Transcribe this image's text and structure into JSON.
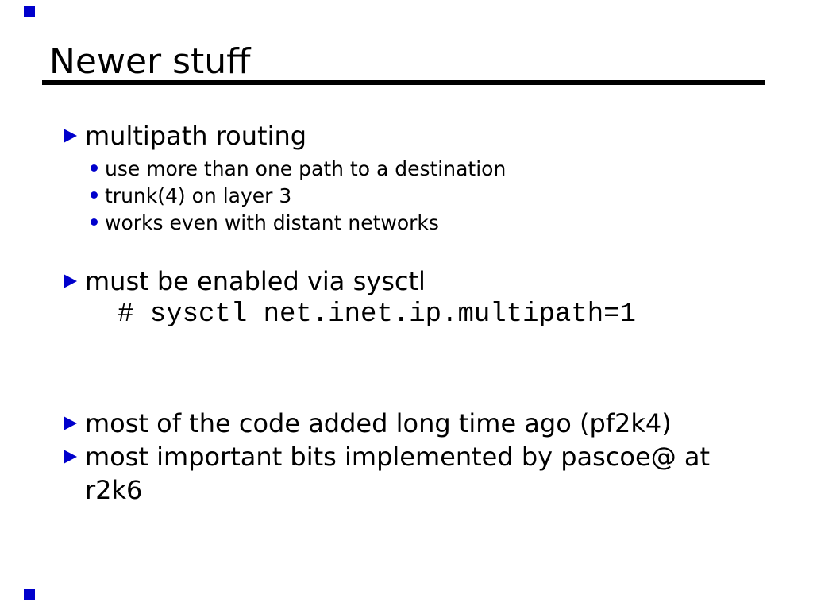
{
  "title": "Newer stuff",
  "sections": [
    {
      "heading": "multipath routing",
      "items": [
        "use more than one path to a destination",
        "trunk(4) on layer 3",
        "works even with distant networks"
      ]
    },
    {
      "heading": "must be enabled via sysctl",
      "code": "# sysctl net.inet.ip.multipath=1"
    },
    {
      "items": [
        "most of the code added long time ago (pf2k4)",
        "most important bits implemented by pascoe@ at r2k6"
      ]
    }
  ],
  "colors": {
    "bullet_blue": "#0000cc",
    "text": "#000000",
    "underline": "#000000",
    "background": "#ffffff"
  }
}
